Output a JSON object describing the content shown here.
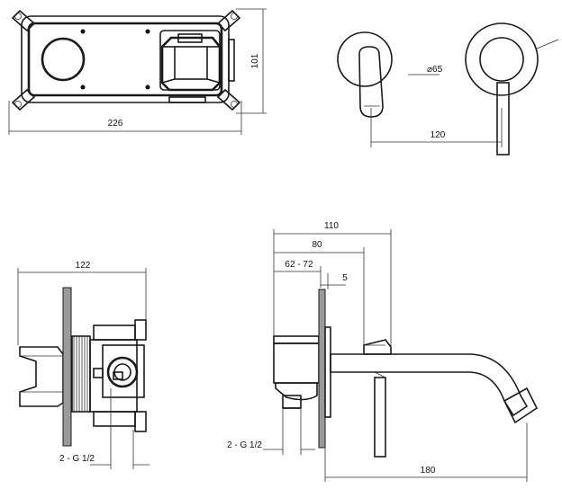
{
  "dimensions": {
    "box_width": "226",
    "box_height": "101",
    "plate_diameter": "⌀65",
    "spout_reach_top": "120",
    "body_depth": "122",
    "thread_left": "2 - G 1/2",
    "overall_depth": "110",
    "depth_80": "80",
    "depth_range": "62 - 72",
    "plate_thickness": "5",
    "thread_right": "2 - G 1/2",
    "spout_length": "180"
  }
}
